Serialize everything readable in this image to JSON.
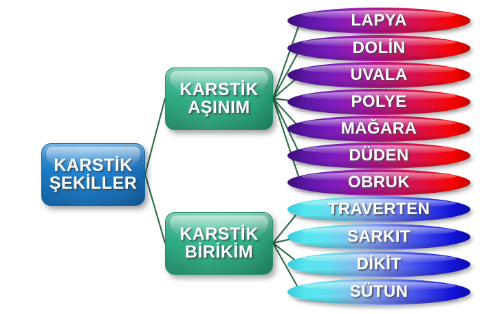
{
  "diagram": {
    "title": "KARSTİK ŞEKİLLER",
    "root": {
      "name": "root-node",
      "line1": "KARSTİK",
      "line2": "ŞEKİLLER",
      "color": "#2087d6"
    },
    "branches": [
      {
        "name": "karstik-asinim",
        "line1": "KARSTİK",
        "line2": "AŞINIM",
        "color": "#39bb93",
        "leaf_style": "erosion",
        "leaf_gradient_from": "#5a17a3",
        "leaf_gradient_to": "#f50505",
        "leaves": [
          {
            "label": "LAPYA"
          },
          {
            "label": "DOLİN"
          },
          {
            "label": "UVALA"
          },
          {
            "label": "POLYE"
          },
          {
            "label": "MAĞARA"
          },
          {
            "label": "DÜDEN"
          },
          {
            "label": "OBRUK"
          }
        ]
      },
      {
        "name": "karstik-birikim",
        "line1": "KARSTİK",
        "line2": "BİRİKİM",
        "color": "#39bb93",
        "leaf_style": "deposit",
        "leaf_gradient_from": "#55e6ee",
        "leaf_gradient_to": "#1414d8",
        "leaves": [
          {
            "label": "TRAVERTEN"
          },
          {
            "label": "SARKIT"
          },
          {
            "label": "DİKİT"
          },
          {
            "label": "SÜTUN"
          }
        ]
      }
    ],
    "connector_color": "#2d6e46",
    "background_color": "#ffffff"
  }
}
